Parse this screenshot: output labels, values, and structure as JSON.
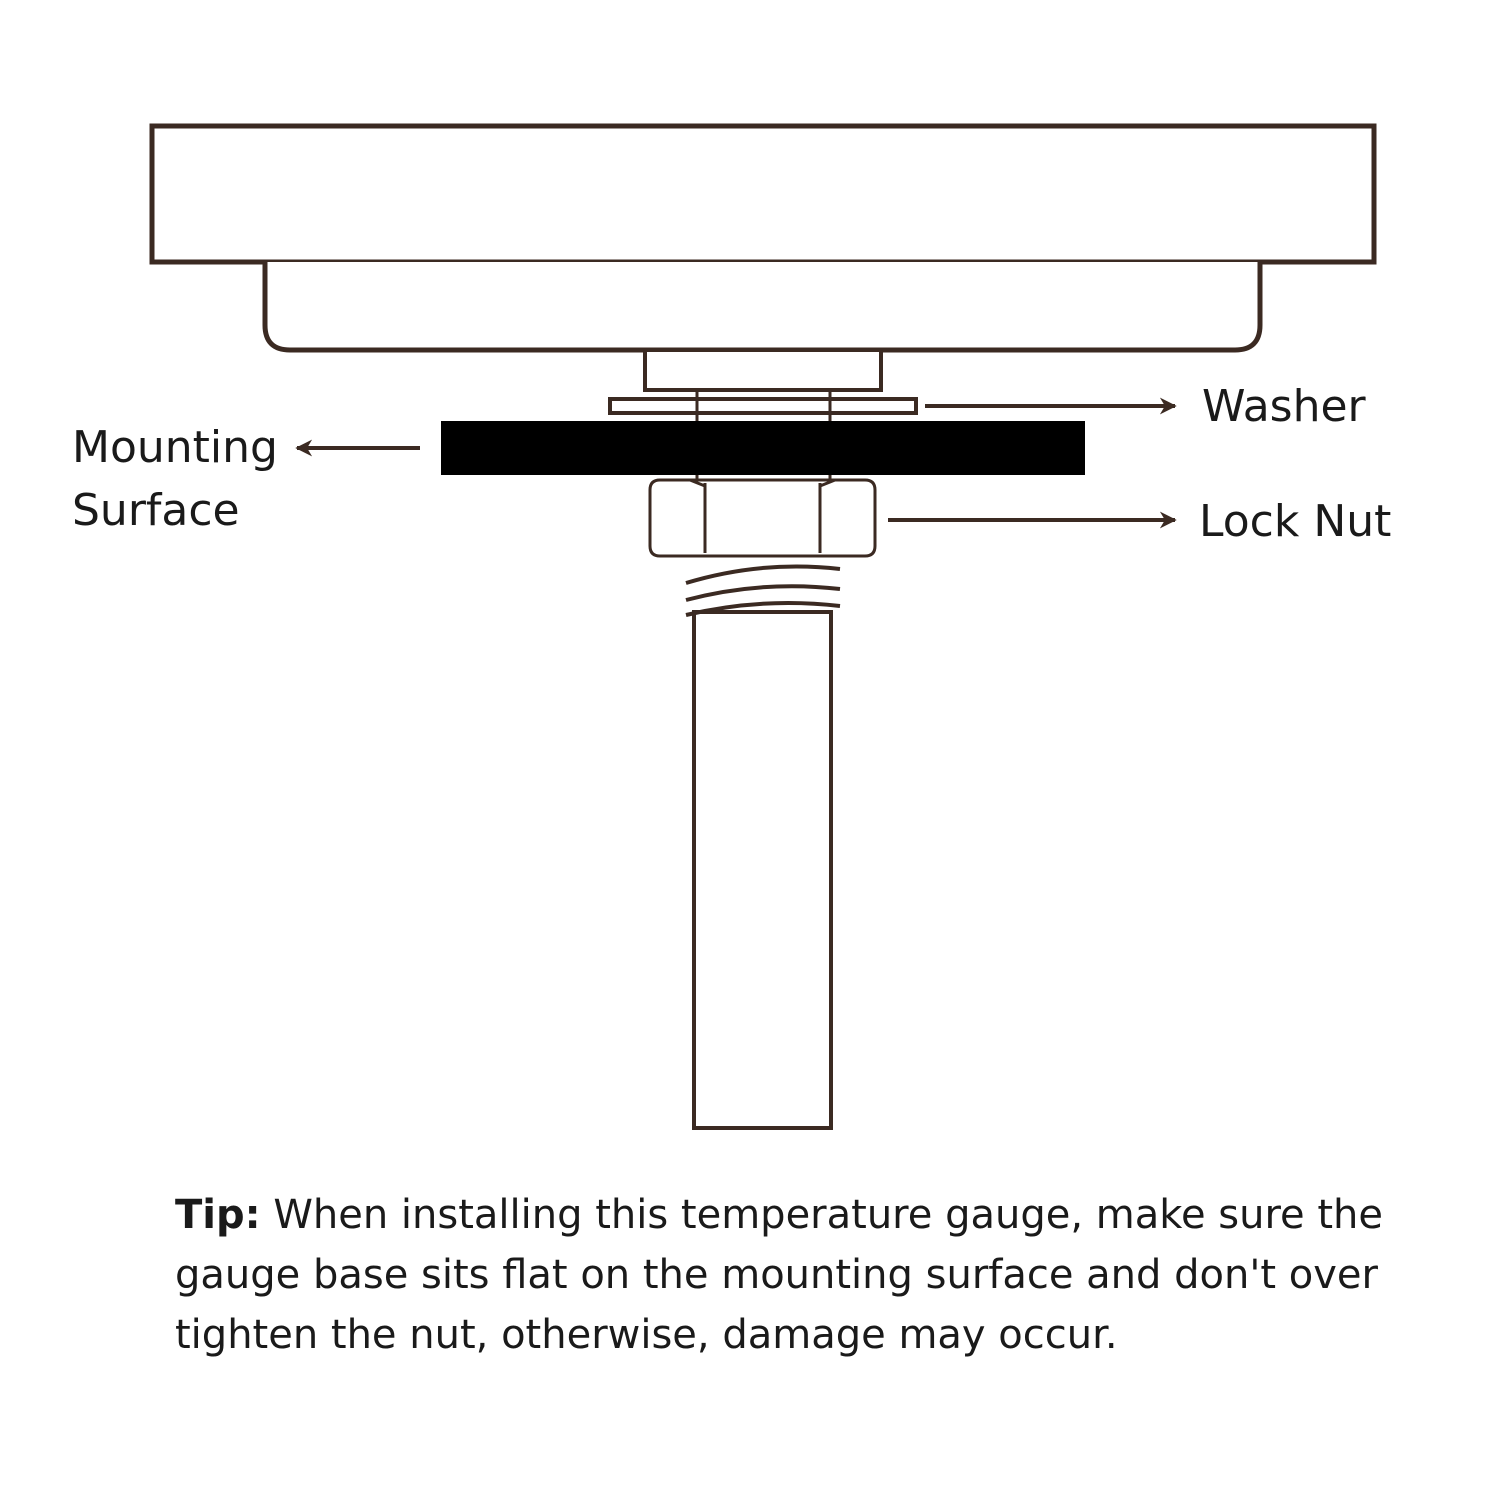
{
  "labels": {
    "washer": "Washer",
    "lock_nut": "Lock Nut",
    "mounting_line1": "Mounting",
    "mounting_line2": "Surface"
  },
  "tip": {
    "heading": "Tip:",
    "text": "When installing this temperature gauge, make sure the gauge base sits flat on the mounting surface and don't over tighten the nut, otherwise, damage may occur."
  },
  "colors": {
    "outline": "#3b2a22",
    "mounting_surface": "#000000",
    "text": "#1a1a1a"
  }
}
